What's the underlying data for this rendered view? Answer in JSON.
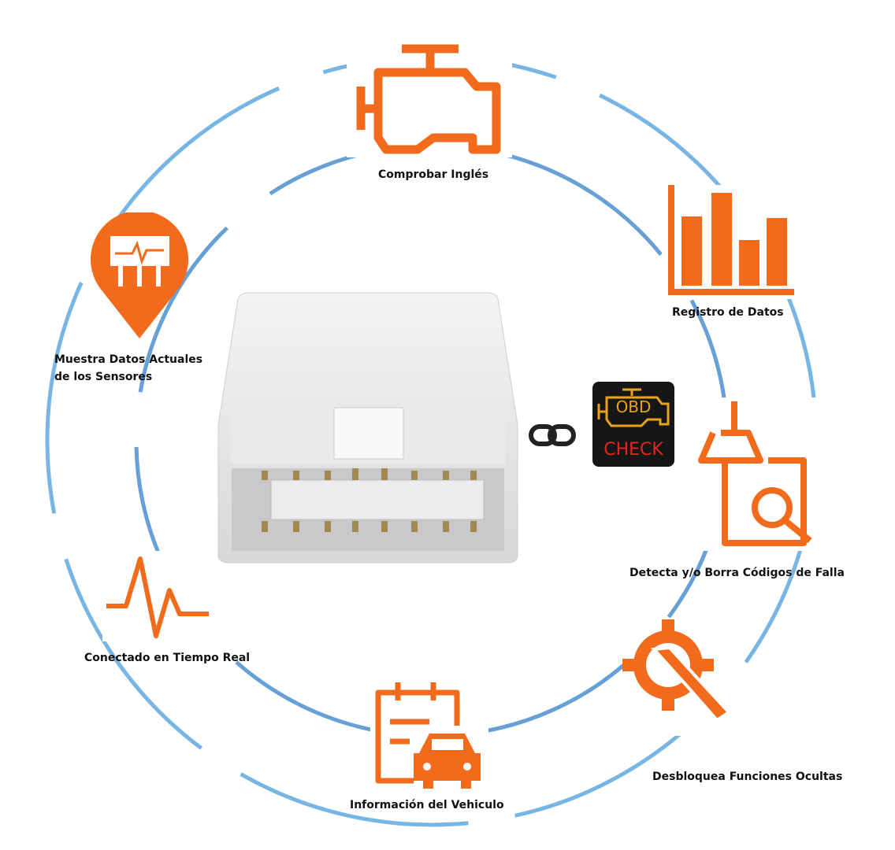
{
  "colors": {
    "accent": "#f26a1b",
    "ring": "#5fa8e0",
    "badge_bg": "#161616",
    "badge_yellow": "#e8a31a",
    "badge_red": "#e0281e"
  },
  "features": {
    "check_engine": "Comprobar Inglés",
    "data_log": "Registro de Datos",
    "sensors_line1": "Muestra Datos Actuales",
    "sensors_line2": "de los Sensores",
    "codes": "Detecta y/o Borra Códigos de Falla",
    "realtime": "Conectado en Tiempo Real",
    "hidden": "Desbloquea Funciones Ocultas",
    "vehicle": "Información del Vehiculo"
  },
  "badge": {
    "top": "OBD",
    "bottom": "CHECK"
  }
}
